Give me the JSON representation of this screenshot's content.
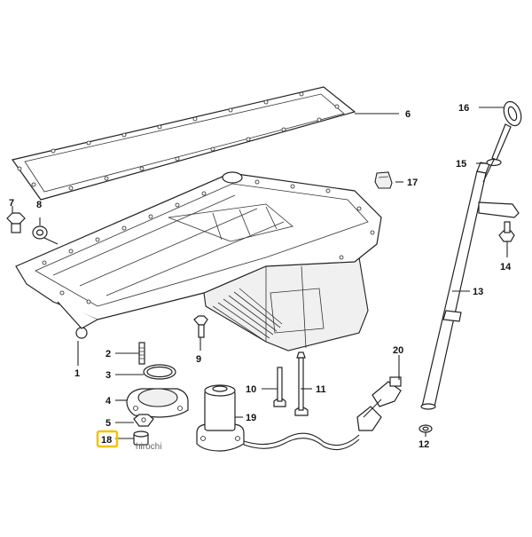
{
  "callouts": {
    "c1": "1",
    "c2": "2",
    "c3": "3",
    "c4": "4",
    "c5": "5",
    "c6": "6",
    "c7": "7",
    "c8": "8",
    "c9": "9",
    "c10": "10",
    "c11": "11",
    "c12": "12",
    "c13": "13",
    "c14": "14",
    "c15": "15",
    "c16": "16",
    "c17": "17",
    "c18": "18",
    "c19": "19",
    "c20": "20"
  },
  "highlight_color": "#f2c200",
  "watermark": "hirochi"
}
